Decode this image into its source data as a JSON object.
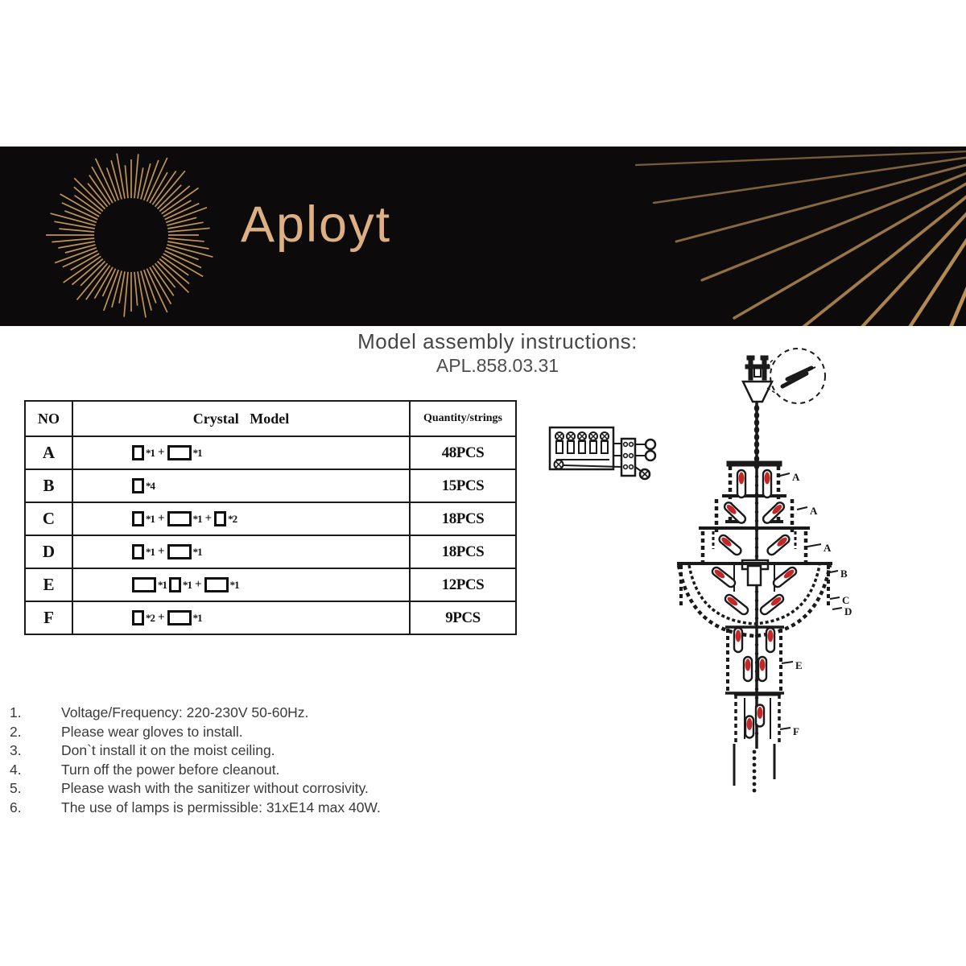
{
  "brand": {
    "name": "Aployt"
  },
  "title": {
    "heading": "Model assembly instructions:",
    "model_code": "APL.858.03.31"
  },
  "colors": {
    "banner_bg": "#0c0a0b",
    "gold": "#cfa05f",
    "brand_gold": "#ddb083",
    "ink": "#1a1a1a",
    "flame_red": "#c22828",
    "text_gray": "#3a3a3a"
  },
  "table": {
    "headers": {
      "no": "NO",
      "model": "Crystal   Model",
      "qty": "Quantity/strings"
    },
    "rows": [
      {
        "no": "A",
        "qty": "48PCS",
        "model": [
          [
            "square",
            "*1"
          ],
          [
            "plus",
            "+"
          ],
          [
            "rect",
            "*1"
          ]
        ]
      },
      {
        "no": "B",
        "qty": "15PCS",
        "model": [
          [
            "square",
            "*4"
          ]
        ]
      },
      {
        "no": "C",
        "qty": "18PCS",
        "model": [
          [
            "square",
            "*1"
          ],
          [
            "plus",
            "+"
          ],
          [
            "rect",
            "*1"
          ],
          [
            "plus",
            "+"
          ],
          [
            "square",
            "*2"
          ]
        ]
      },
      {
        "no": "D",
        "qty": "18PCS",
        "model": [
          [
            "square",
            "*1"
          ],
          [
            "plus",
            "+"
          ],
          [
            "rect",
            "*1"
          ]
        ]
      },
      {
        "no": "E",
        "qty": "12PCS",
        "model": [
          [
            "rect",
            "*1"
          ],
          [
            "square",
            "*1"
          ],
          [
            "plus",
            "+"
          ],
          [
            "rect",
            "*1"
          ]
        ]
      },
      {
        "no": "F",
        "qty": "9PCS",
        "model": [
          [
            "square",
            "*2"
          ],
          [
            "plus",
            "+"
          ],
          [
            "rect",
            "*1"
          ]
        ]
      }
    ]
  },
  "instructions": [
    {
      "num": "1.",
      "text": "Voltage/Frequency: 220-230V 50-60Hz."
    },
    {
      "num": "2.",
      "text": "Please wear gloves to install."
    },
    {
      "num": "3.",
      "text": "Don`t install it on the moist ceiling."
    },
    {
      "num": "4.",
      "text": "Turn off the power before cleanout."
    },
    {
      "num": "5.",
      "text": "Please wash with the sanitizer without corrosivity."
    },
    {
      "num": "6.",
      "text": "The use of lamps is permissible: 31xE14 max 40W."
    }
  ],
  "diagram": {
    "labels": [
      "A",
      "A",
      "A",
      "B",
      "C",
      "D",
      "E",
      "F"
    ]
  }
}
